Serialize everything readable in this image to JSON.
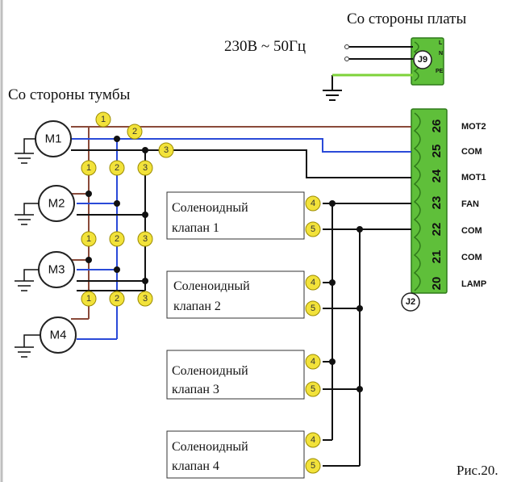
{
  "board_side_label": "Со стороны платы",
  "cabinet_side_label": "Со стороны тумбы",
  "supply_label": "230В ~ 50Гц",
  "figure_label": "Рис.20.",
  "j9": {
    "name": "J9",
    "pins": [
      "L",
      "N",
      "PE"
    ]
  },
  "j2": {
    "name": "J2",
    "pins": [
      "26",
      "25",
      "24",
      "23",
      "22",
      "21",
      "20"
    ],
    "signals": [
      "MOT2",
      "COM",
      "MOT1",
      "FAN",
      "COM",
      "COM",
      "LAMP"
    ]
  },
  "motors": [
    "M1",
    "M2",
    "M3",
    "M4"
  ],
  "solenoids": [
    {
      "line1": "Соленоидный",
      "line2": "клапан 1"
    },
    {
      "line1": "Соленоидный",
      "line2": "клапан 2"
    },
    {
      "line1": "Соленоидный",
      "line2": "клапан 3"
    },
    {
      "line1": "Соленоидный",
      "line2": "клапан 4"
    }
  ],
  "wire_badges": [
    "1",
    "2",
    "3",
    "4",
    "5"
  ],
  "colors": {
    "brown": "#8a4a3a",
    "blue": "#2a4ad8",
    "black": "#111111",
    "terminal_green": "#5fbf3a",
    "earth_green": "#7ed23a",
    "badge_yellow": "#f2e23a"
  }
}
